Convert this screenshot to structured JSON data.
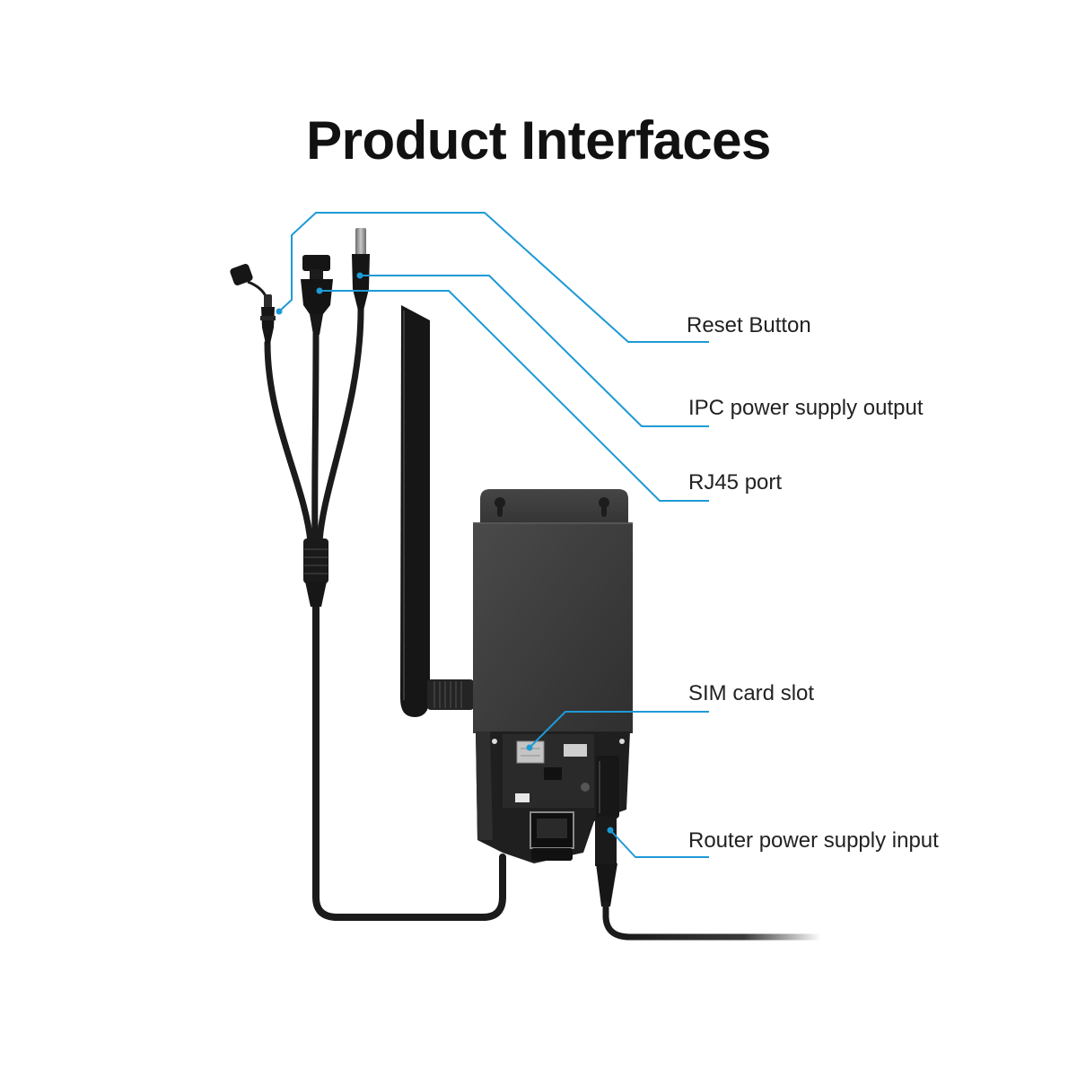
{
  "title": "Product Interfaces",
  "callouts": [
    {
      "id": "reset",
      "label": "Reset Button"
    },
    {
      "id": "ipc-power",
      "label": "IPC power supply output"
    },
    {
      "id": "rj45",
      "label": "RJ45 port"
    },
    {
      "id": "sim",
      "label": "SIM card slot"
    },
    {
      "id": "router-power",
      "label": "Router power supply input"
    }
  ],
  "colors": {
    "callout_line": "#1e9ad6",
    "text": "#222222",
    "background": "#ffffff",
    "device_body": "#3a3a3a"
  }
}
